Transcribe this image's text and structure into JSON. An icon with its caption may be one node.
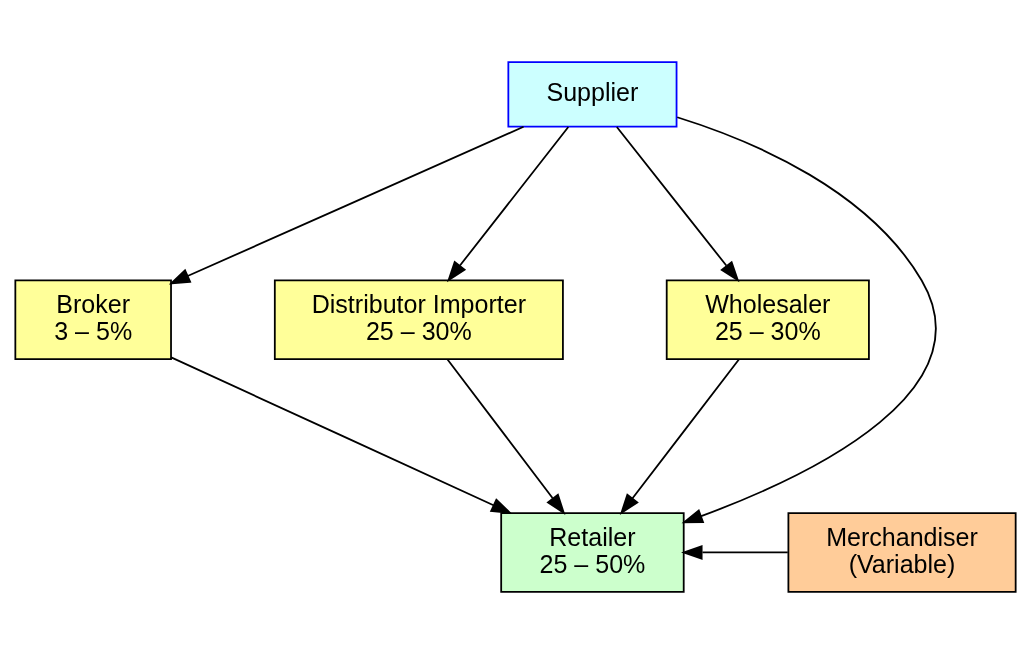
{
  "diagram": {
    "nodes": [
      {
        "text": [
          "Supplier"
        ]
      },
      {
        "text": [
          "Broker",
          "3 – 5%"
        ]
      },
      {
        "text": [
          "Distributor Importer",
          "25 – 30%"
        ]
      },
      {
        "text": [
          "Wholesaler",
          "25 – 30%"
        ]
      },
      {
        "text": [
          "Retailer",
          "25 – 50%"
        ]
      },
      {
        "text": [
          "Merchandiser",
          "(Variable)"
        ]
      }
    ],
    "edges": [
      {
        "from": 0,
        "to": 1,
        "arrow": "to"
      },
      {
        "from": 0,
        "to": 4,
        "arrow": "to"
      },
      {
        "from": 0,
        "to": 2,
        "arrow": "to"
      },
      {
        "from": 0,
        "to": 3,
        "arrow": "to"
      },
      {
        "from": 1,
        "to": 4,
        "arrow": "to"
      },
      {
        "from": 2,
        "to": 4,
        "arrow": "to"
      },
      {
        "from": 3,
        "to": 4,
        "arrow": "to"
      },
      {
        "from": 5,
        "to": 4,
        "arrow": "to"
      }
    ]
  }
}
